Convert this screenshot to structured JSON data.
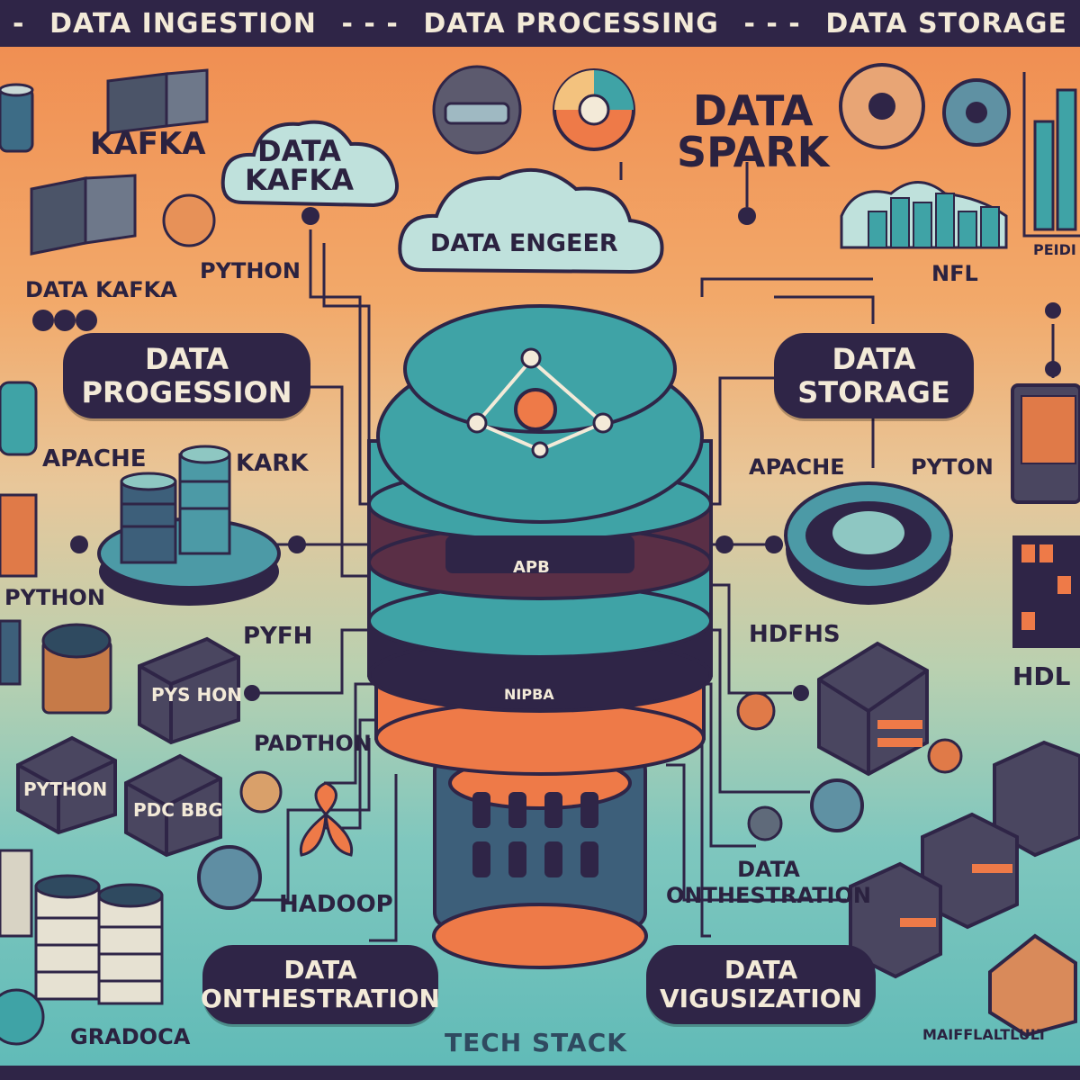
{
  "header": {
    "items": [
      "DATA INGESTION",
      "DATA PROCESSING",
      "DATA STORAGE"
    ],
    "separator": "-"
  },
  "clouds": {
    "left": [
      "DATA",
      "KAFKA"
    ],
    "center": "DATA ENGEER"
  },
  "headings": {
    "spark": [
      "DATA",
      "SPARK"
    ]
  },
  "pills": {
    "progession": [
      "DATA",
      "PROGESSION"
    ],
    "storage": [
      "DATA",
      "STORAGE"
    ],
    "orchestration": [
      "DATA",
      "ONTHESTRATION"
    ],
    "visualization": [
      "DATA",
      "VIGUSIZATION"
    ]
  },
  "labels": {
    "kafka": "KAFKA",
    "python_top": "PYTHON",
    "data_kafka": "DATA KAFKA",
    "apache_left": "APACHE",
    "kark": "KARK",
    "python_left": "PYTHON",
    "pyfh": "PYFH",
    "padthon": "PADTHON",
    "hadoop": "HADOOP",
    "gradoca": "GRADOCA",
    "apache_right": "APACHE",
    "pyton_right": "PYTON",
    "hdfhs": "HDFHS",
    "hdl": "HDL",
    "nfl": "NFL",
    "data_onthestration": [
      "DATA",
      "ONTHESTRATION"
    ],
    "tech_stack": "TECH STACK",
    "pyhon_cube": "PYS HON",
    "pythhon_cube": "PYTHON",
    "pdc_cube": "PDC BBG",
    "apb": "APB",
    "nipba": "NIPBA",
    "pribd": "PEIDI",
    "maiffl": "MAIFFLALTLULT"
  },
  "colors": {
    "navy": "#2f2547",
    "teal": "#3fa3a6",
    "orange": "#ee7a48",
    "cream": "#f3ead8"
  }
}
